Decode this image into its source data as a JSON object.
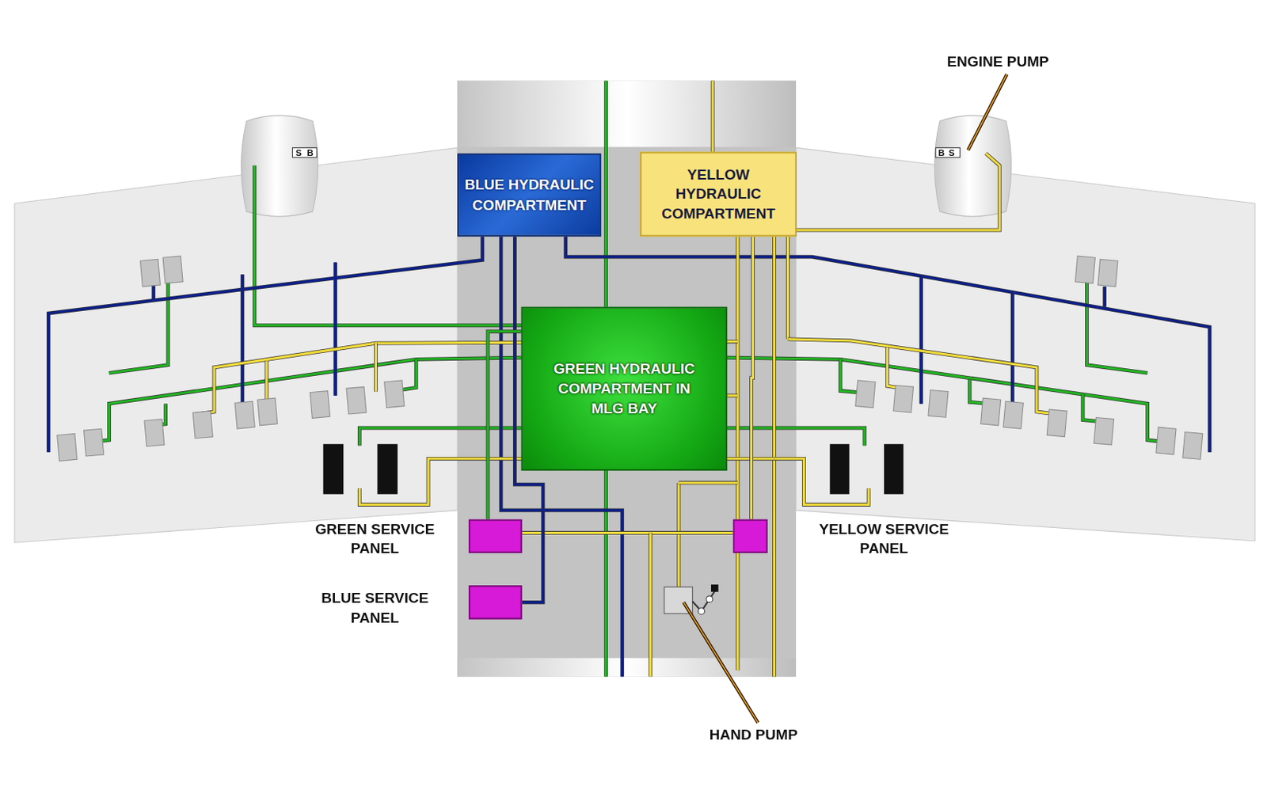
{
  "diagram": {
    "nodes": [
      {
        "text": [
          "BLUE HYDRAULIC COMPARTMENT"
        ]
      },
      {
        "text": [
          "YELLOW HYDRAULIC COMPARTMENT"
        ]
      },
      {
        "text": [
          "GREEN HYDRAULIC COMPARTMENT IN MLG BAY"
        ]
      },
      {
        "text": [
          "GREEN SERVICE PANEL"
        ]
      },
      {
        "text": [
          "YELLOW SERVICE PANEL"
        ]
      },
      {
        "text": [
          "BLUE SERVICE PANEL"
        ]
      }
    ],
    "edges": [
      {
        "from": 0,
        "to": 5,
        "arrow": "none"
      },
      {
        "from": 2,
        "to": 3,
        "arrow": "none"
      },
      {
        "from": 1,
        "to": 4,
        "arrow": "none"
      }
    ],
    "labels": [
      "ENGINE PUMP",
      "S",
      "B",
      "B",
      "S",
      "HAND PUMP"
    ]
  }
}
